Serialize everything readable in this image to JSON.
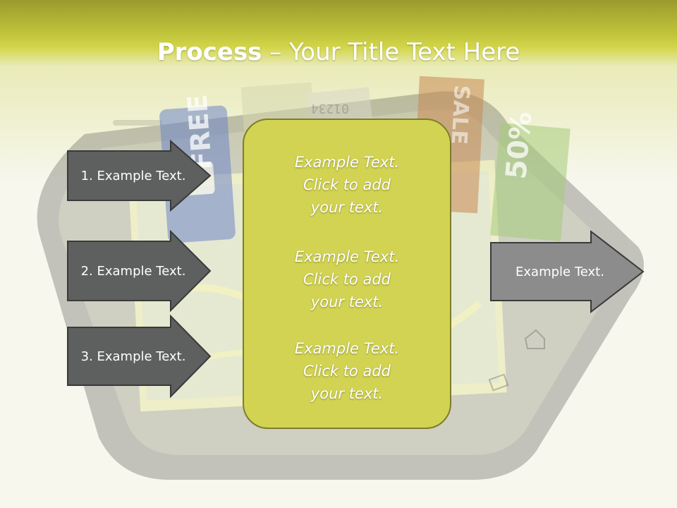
{
  "slide": {
    "title_bold": "Process",
    "title_rest": " – Your Title Text Here"
  },
  "left_arrows": [
    {
      "label": "1. Example Text."
    },
    {
      "label": "2. Example Text."
    },
    {
      "label": "3. Example Text."
    }
  ],
  "center_box": {
    "items": [
      {
        "line1": "Example Text.",
        "line2": "Click  to add",
        "line3": "your text."
      },
      {
        "line1": "Example Text.",
        "line2": "Click  to add",
        "line3": "your text."
      },
      {
        "line1": "Example Text.",
        "line2": "Click  to add",
        "line3": "your text."
      }
    ]
  },
  "right_arrow": {
    "label": "Example Text."
  },
  "background": {
    "tags": [
      {
        "text": "FREE"
      },
      {
        "text": "50%"
      },
      {
        "text": "01234"
      },
      {
        "text": "SALE"
      }
    ]
  },
  "colors": {
    "header_top": "#9a9b2e",
    "header_bottom": "#d3d64a",
    "arrow_dark": "#5e5f5f",
    "arrow_light": "#8c8c8c",
    "box_fill": "#d2d352",
    "box_border": "#7d7e2a"
  }
}
